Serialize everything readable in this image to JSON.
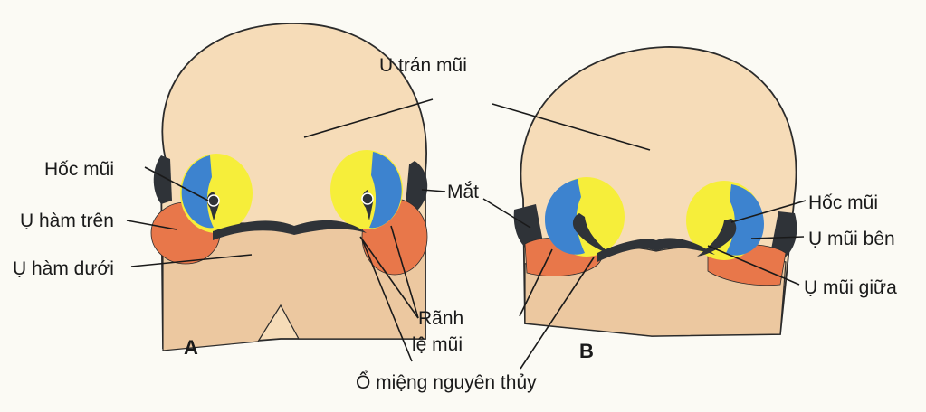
{
  "figure": {
    "panels": [
      {
        "id": "A",
        "label": "A"
      },
      {
        "id": "B",
        "label": "B"
      }
    ],
    "labels": {
      "u_tran_mui": "U trán mũi",
      "hoc_mui_a": "Hốc mũi",
      "u_ham_tren": "Ụ hàm trên",
      "u_ham_duoi": "Ụ hàm dưới",
      "mat": "Mắt",
      "ranh_line1": "Rãnh",
      "ranh_line2": "lệ mũi",
      "o_mieng": "Ổ miệng nguyên thủy",
      "hoc_mui_b": "Hốc mũi",
      "u_mui_ben": "Ụ mũi bên",
      "u_mui_giua": "Ụ mũi giữa"
    },
    "colors": {
      "skin": "#f6dcb8",
      "skin_shade": "#ecc8a0",
      "yellow": "#f6ee3a",
      "blue": "#3d83cf",
      "orange": "#e8774a",
      "dark": "#2f3338",
      "outline": "#2b2b2b"
    }
  }
}
